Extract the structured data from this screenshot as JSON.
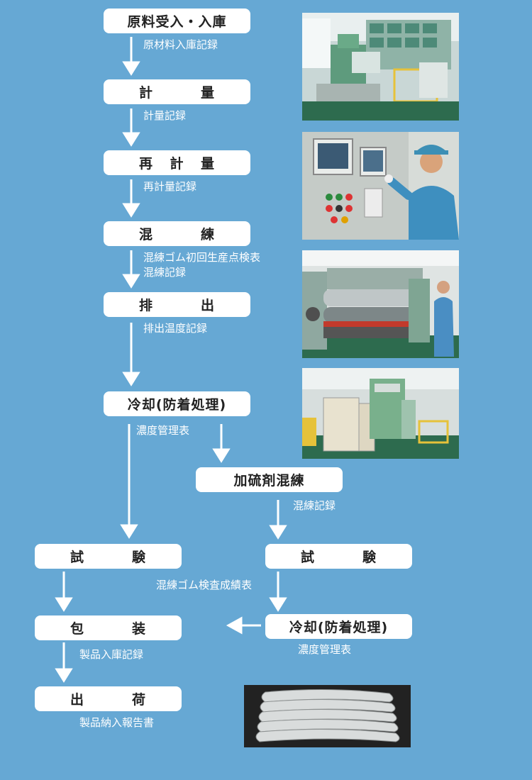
{
  "steps": {
    "receiving": "原料受入・入庫",
    "weighing": [
      "計",
      "量"
    ],
    "reweighing": [
      "再",
      "計",
      "量"
    ],
    "mixing": [
      "混",
      "練"
    ],
    "discharge": [
      "排",
      "出"
    ],
    "cooling1": "冷却(防着処理)",
    "vulcanizing_mix": "加硫剤混練",
    "test_left": [
      "試",
      "験"
    ],
    "test_right": [
      "試",
      "験"
    ],
    "packing": [
      "包",
      "装"
    ],
    "cooling2": "冷却(防着処理)",
    "shipping": [
      "出",
      "荷"
    ]
  },
  "notes": {
    "raw_material_record": "原材料入庫記録",
    "weighing_record": "計量記録",
    "reweighing_record": "再計量記録",
    "mixing_check_sheet": "混練ゴム初回生産点検表",
    "mixing_record": "混練記録",
    "discharge_temp_record": "排出温度記録",
    "concentration_sheet_1": "濃度管理表",
    "mixing_record_2": "混練記録",
    "inspection_results": "混練ゴム検査成績表",
    "concentration_sheet_2": "濃度管理表",
    "product_storage_record": "製品入庫記録",
    "delivery_report": "製品納入報告書"
  },
  "photos": [
    {
      "icon": "factory-press-machine-photo"
    },
    {
      "icon": "operator-control-panel-photo"
    },
    {
      "icon": "mixing-roll-mill-photo"
    },
    {
      "icon": "cooling-equipment-photo"
    },
    {
      "icon": "rubber-sheets-stack-photo"
    }
  ],
  "colors": {
    "background": "#66a8d4",
    "box": "#ffffff",
    "arrow": "#ffffff"
  }
}
